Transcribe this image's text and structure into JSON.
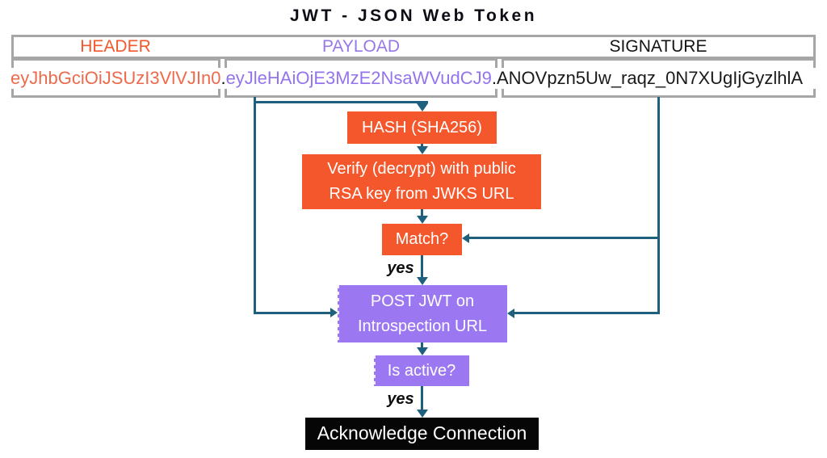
{
  "title": "JWT - JSON Web Token",
  "token_bar": {
    "labels": {
      "header": "HEADER",
      "payload": "PAYLOAD",
      "signature": "SIGNATURE"
    },
    "token": {
      "header": "eyJhbGciOiJSUzI3VlVJIn0",
      "dot1": ".",
      "payload": "eyJleHAiOjE3MzE2NsaWVudCJ9",
      "dot2": ".",
      "signature": "ANOVpzn5Uw_raqz_0N7XUgIjGyzlhlA"
    }
  },
  "flow": {
    "hash": "HASH (SHA256)",
    "verify": "Verify (decrypt) with public RSA key from JWKS URL",
    "match": "Match?",
    "yes1": "yes",
    "post": "POST JWT on Introspection URL",
    "active": "Is active?",
    "yes2": "yes",
    "acknowledge": "Acknowledge Connection"
  },
  "colors": {
    "orange": "#f4572c",
    "purple": "#9b78f2",
    "teal_line": "#1f607f",
    "gray_border": "#a6a6a6",
    "black_box": "#060606",
    "token_header_text": "#ed6a4c",
    "token_payload_text": "#9474ec",
    "token_signature_text": "#1a1a1a",
    "label_header_text": "#f1592c",
    "label_payload_text": "#9678e8"
  }
}
